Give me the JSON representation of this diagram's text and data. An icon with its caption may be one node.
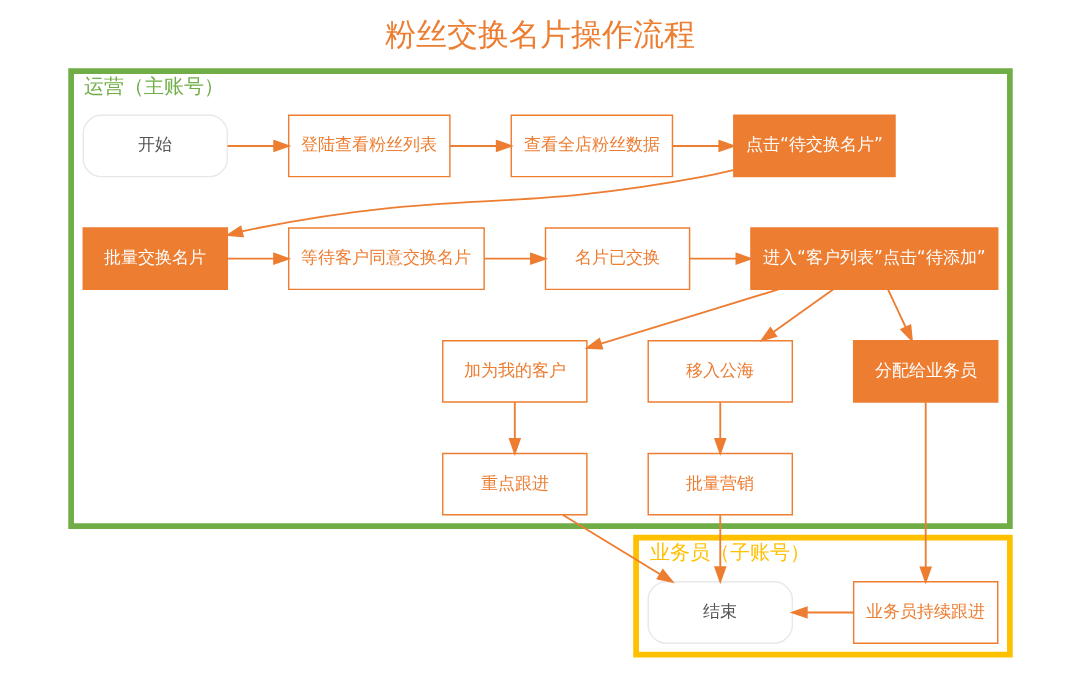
{
  "diagram": {
    "title": "粉丝交换名片操作流程",
    "nodes": [
      {
        "text": [
          "运营（主账号）"
        ]
      },
      {
        "text": [
          "开始"
        ],
        "in": 0
      },
      {
        "text": [
          "登陆查看粉丝列表"
        ],
        "in": 0
      },
      {
        "text": [
          "查看全店粉丝数据"
        ],
        "in": 0
      },
      {
        "text": [
          "点击“待交换名片”"
        ],
        "in": 0
      },
      {
        "text": [
          "批量交换名片"
        ],
        "in": 0
      },
      {
        "text": [
          "等待客户同意交换名片"
        ],
        "in": 0
      },
      {
        "text": [
          "名片已交换"
        ],
        "in": 0
      },
      {
        "text": [
          "进入“客户列表”点击“待添加”"
        ],
        "in": 0
      },
      {
        "text": [
          "加为我的客户"
        ],
        "in": 0
      },
      {
        "text": [
          "移入公海"
        ],
        "in": 0
      },
      {
        "text": [
          "分配给业务员"
        ],
        "in": 0
      },
      {
        "text": [
          "重点跟进"
        ],
        "in": 0
      },
      {
        "text": [
          "批量营销"
        ],
        "in": 0
      },
      {
        "text": [
          "业务员（子账号）"
        ]
      },
      {
        "text": [
          "业务员持续跟进"
        ],
        "in": 14
      },
      {
        "text": [
          "结束"
        ],
        "in": 14
      }
    ],
    "edges": [
      {
        "from": 1,
        "to": 2,
        "arrow": "to"
      },
      {
        "from": 2,
        "to": 3,
        "arrow": "to"
      },
      {
        "from": 3,
        "to": 4,
        "arrow": "to"
      },
      {
        "from": 4,
        "to": 5,
        "arrow": "to"
      },
      {
        "from": 5,
        "to": 6,
        "arrow": "to"
      },
      {
        "from": 6,
        "to": 7,
        "arrow": "to"
      },
      {
        "from": 7,
        "to": 8,
        "arrow": "to"
      },
      {
        "from": 8,
        "to": 9,
        "arrow": "to"
      },
      {
        "from": 8,
        "to": 10,
        "arrow": "to"
      },
      {
        "from": 8,
        "to": 11,
        "arrow": "to"
      },
      {
        "from": 9,
        "to": 12,
        "arrow": "to"
      },
      {
        "from": 10,
        "to": 13,
        "arrow": "to"
      },
      {
        "from": 12,
        "to": 16,
        "arrow": "to"
      },
      {
        "from": 13,
        "to": 16,
        "arrow": "to"
      },
      {
        "from": 11,
        "to": 15,
        "arrow": "to"
      },
      {
        "from": 15,
        "to": 16,
        "arrow": "to"
      }
    ]
  }
}
